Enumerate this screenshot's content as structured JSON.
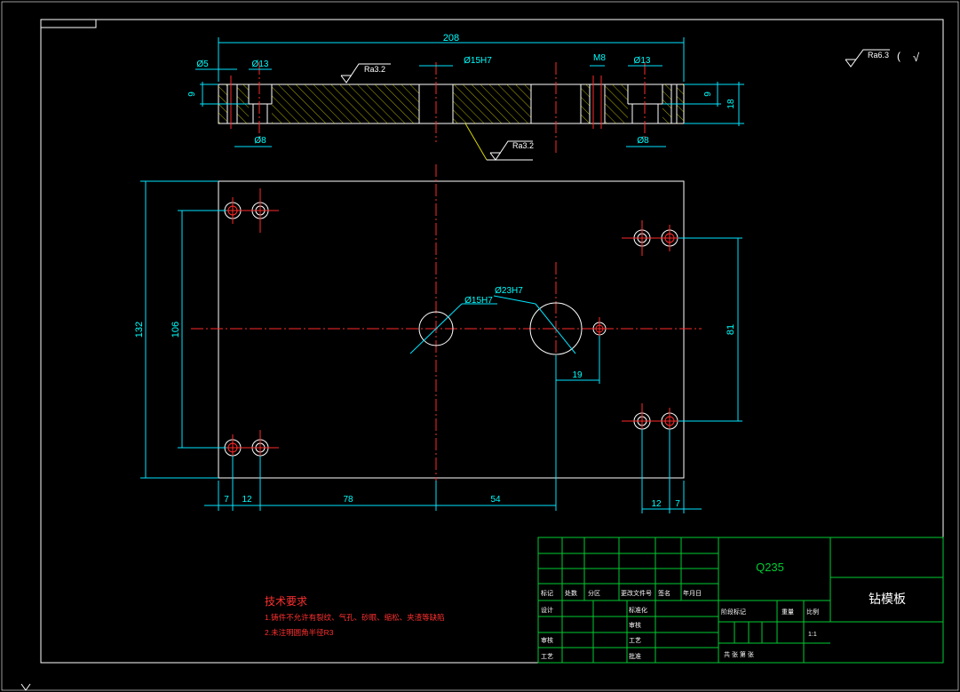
{
  "drawing": {
    "part_name": "钻模板",
    "material": "Q235",
    "scale": "1:1"
  },
  "dimensions": {
    "overall_length": "208",
    "dia5": "Ø5",
    "dia13_left": "Ø13",
    "dia15_top": "Ø15H7",
    "m8": "M8",
    "dia13_right": "Ø13",
    "dia8_left": "Ø8",
    "dia8_right": "Ø8",
    "left_9": "9",
    "right_9": "9",
    "thickness_18": "18",
    "height_132": "132",
    "height_106": "106",
    "height_81": "81",
    "dia15_plan": "Ø15H7",
    "dia23_plan": "Ø23H7",
    "offset_19": "19",
    "bottom_7_left": "7",
    "bottom_12_left": "12",
    "bottom_78": "78",
    "bottom_54": "54",
    "bottom_12_right": "12",
    "bottom_7_right": "7"
  },
  "surface_finish": {
    "ra_top": "Ra3.2",
    "ra_bottom": "Ra3.2",
    "ra_general": "Ra6.3",
    "ra_general_suffix": "(",
    "ra_general_check": "√"
  },
  "tech_notes": {
    "heading": "技术要求",
    "line1": "1.铸件不允许有裂纹、气孔、砂眼、缩松、夹渣等缺陷",
    "line2": "2.未注明圆角半径R3"
  },
  "title_block": {
    "row_labels": [
      "标记",
      "处数",
      "分区",
      "更改文件号",
      "签名",
      "年月日"
    ],
    "designer": "设计",
    "standardizer": "标准化",
    "reviewer": "审核",
    "craft": "工艺",
    "checker": "审核",
    "approver": "批准",
    "stage_mark": "阶段标记",
    "weight": "重量",
    "ratio": "比例",
    "sheets": "共 张 第 张"
  },
  "colors": {
    "outline": "#ffffff",
    "dimension": "#00e5ff",
    "centerline": "#ff2a2a",
    "table": "#00cc33",
    "hatch": "#d8d800"
  }
}
